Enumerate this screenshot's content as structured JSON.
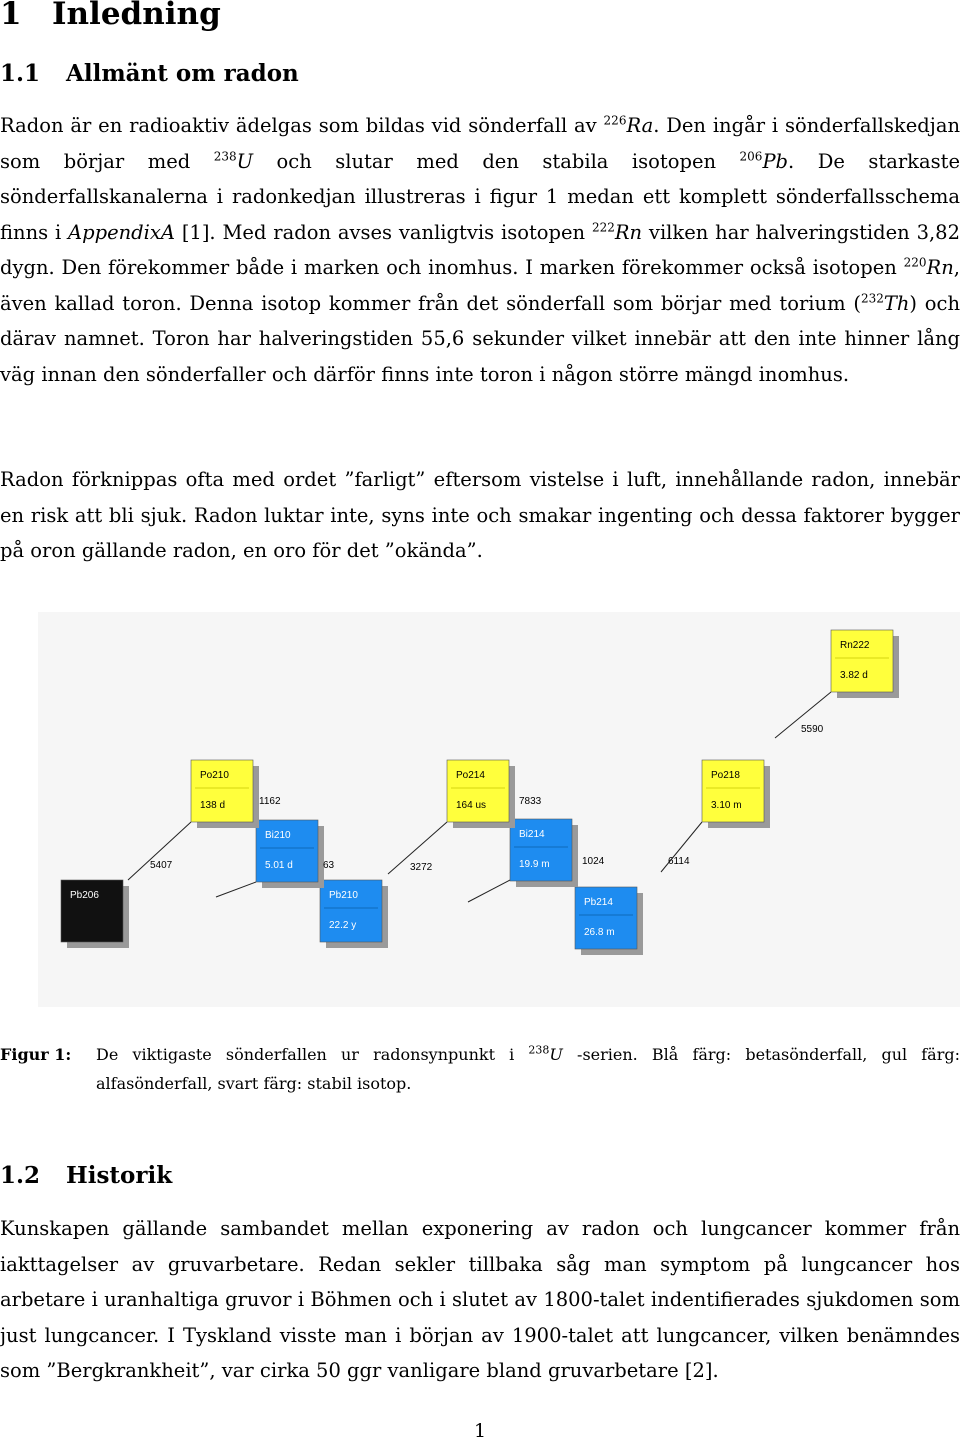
{
  "section": {
    "number": "1",
    "title": "Inledning"
  },
  "subsection1": {
    "number": "1.1",
    "title": "Allmänt om radon"
  },
  "p1": {
    "a": "Radon är en radioaktiv ädelgas som bildas vid sönderfall av ",
    "ra_mass": "226",
    "ra_sym": "Ra",
    "b": ". Den ingår i sönderfallskedjan som börjar med ",
    "u_mass": "238",
    "u_sym": "U",
    "c": " och slutar med den stabila isotopen ",
    "pb_mass": "206",
    "pb_sym": "Pb",
    "d": ". De starkaste sönderfallskanalerna i radonkedjan illustreras i figur 1 medan ett komplett sönderfallsschema finns i ",
    "appendix": "AppendixA",
    "e": " [1]. Med radon avses vanligtvis isotopen ",
    "rn_mass": "222",
    "rn_sym": "Rn",
    "f": " vilken har halveringstiden 3,82 dygn. Den förekommer både i marken och inomhus. I marken förekommer också isotopen ",
    "rn220_mass": "220",
    "rn220_sym": "Rn",
    "g": ", även kallad toron. Denna isotop kommer från det sönderfall som börjar med torium (",
    "th_mass": "232",
    "th_sym": "Th",
    "h": ") och därav namnet. Toron har halveringstiden 55,6 sekunder vilket innebär att den inte hinner lång väg innan den sönderfaller och därför finns inte toron i någon större mängd inomhus."
  },
  "p2": "Radon förknippas ofta med ordet ”farligt” eftersom vistelse i luft, innehållande radon, innebär en risk att bli sjuk. Radon luktar inte, syns inte och smakar ingenting och dessa faktorer bygger på oron gällande radon, en oro för det ”okända”.",
  "figure": {
    "nodes": [
      {
        "name": "Rn222",
        "value": "3.82 d",
        "color": "#ffff3c",
        "kind": "alpha"
      },
      {
        "name": "Po218",
        "value": "3.10 m",
        "color": "#ffff3c",
        "kind": "alpha"
      },
      {
        "name": "Pb214",
        "value": "26.8 m",
        "color": "#1e8cf0",
        "kind": "beta"
      },
      {
        "name": "Bi214",
        "value": "19.9 m",
        "color": "#1e8cf0",
        "kind": "beta"
      },
      {
        "name": "Po214",
        "value": "164 us",
        "color": "#ffff3c",
        "kind": "alpha"
      },
      {
        "name": "Pb210",
        "value": "22.2 y",
        "color": "#1e8cf0",
        "kind": "beta"
      },
      {
        "name": "Bi210",
        "value": "5.01 d",
        "color": "#1e8cf0",
        "kind": "beta"
      },
      {
        "name": "Po210",
        "value": "138 d",
        "color": "#ffff3c",
        "kind": "alpha"
      },
      {
        "name": "Pb206",
        "value": "",
        "color": "#111111",
        "kind": "stable"
      }
    ],
    "energies": [
      "5590",
      "6114",
      "1024",
      "3272",
      "7833",
      "63",
      "1162",
      "5407"
    ]
  },
  "caption": {
    "label": "Figur 1:",
    "a": "De viktigaste sönderfallen ur radonsynpunkt i ",
    "u_mass": "238",
    "u_sym": "U",
    "b": " -serien. Blå färg: betasönderfall, gul färg: alfasönderfall, svart färg: stabil isotop."
  },
  "subsection2": {
    "number": "1.2",
    "title": "Historik"
  },
  "p3": "Kunskapen gällande sambandet mellan exponering av radon och lungcancer kommer från iakttagelser av gruvarbetare. Redan sekler tillbaka såg man symptom på lungcancer hos arbetare i uranhaltiga gruvor i Böhmen och i slutet av 1800-talet indentifierades sjukdomen som just lungcancer. I Tyskland visste man i början av 1900-talet att lungcancer, vilken benämndes som ”Bergkrankheit”, var cirka 50 ggr vanligare bland gruvarbetare [2].",
  "page_number": "1"
}
